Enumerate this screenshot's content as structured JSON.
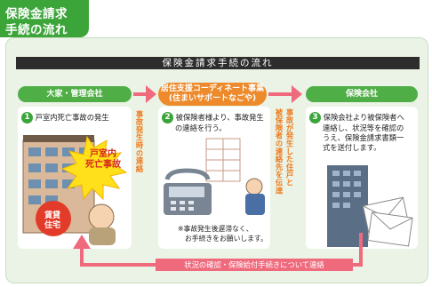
{
  "title_tab": {
    "line1": "保険金請求",
    "line2": "手続の流れ"
  },
  "heading": "保険金請求手続の流れ",
  "columns": {
    "left": {
      "header": "大家・管理会社"
    },
    "middle": {
      "header_line1": "居住支援コーディネート事業",
      "header_line2": "(住まいサポートなごや)"
    },
    "right": {
      "header": "保険会社"
    }
  },
  "steps": [
    {
      "number": "1",
      "lines": [
        "戸室内死亡事故の発生"
      ]
    },
    {
      "number": "2",
      "lines": [
        "被保険者様より、事故発生",
        "の連絡を行う。"
      ]
    },
    {
      "number": "3",
      "lines": [
        "保険会社より被保険者へ",
        "連絡し、状況等を確認の",
        "うえ、保険金請求書類一",
        "式を送付します。"
      ]
    }
  ],
  "burst": {
    "line1": "戸室内",
    "line2": "死亡事故"
  },
  "rental_badge": {
    "line1": "賃貸",
    "line2": "住宅"
  },
  "note": {
    "line1": "※事故発生後遅滞なく、",
    "line2": "お手続きをお願いします。"
  },
  "vertical_labels": {
    "left_to_middle": "事故発生時の連絡",
    "middle_to_right_col1": "事故が発生した住戸と",
    "middle_to_right_col2": "被保険者の連絡先を伝達"
  },
  "bottom_label": "状況の確認・保険給付手続きについて連絡",
  "colors": {
    "green": "#3ca53a",
    "orange": "#ed8a2c",
    "pink": "#f06a7e",
    "panel": "#eaf3e5",
    "accent_text": "#ee7a1d"
  }
}
